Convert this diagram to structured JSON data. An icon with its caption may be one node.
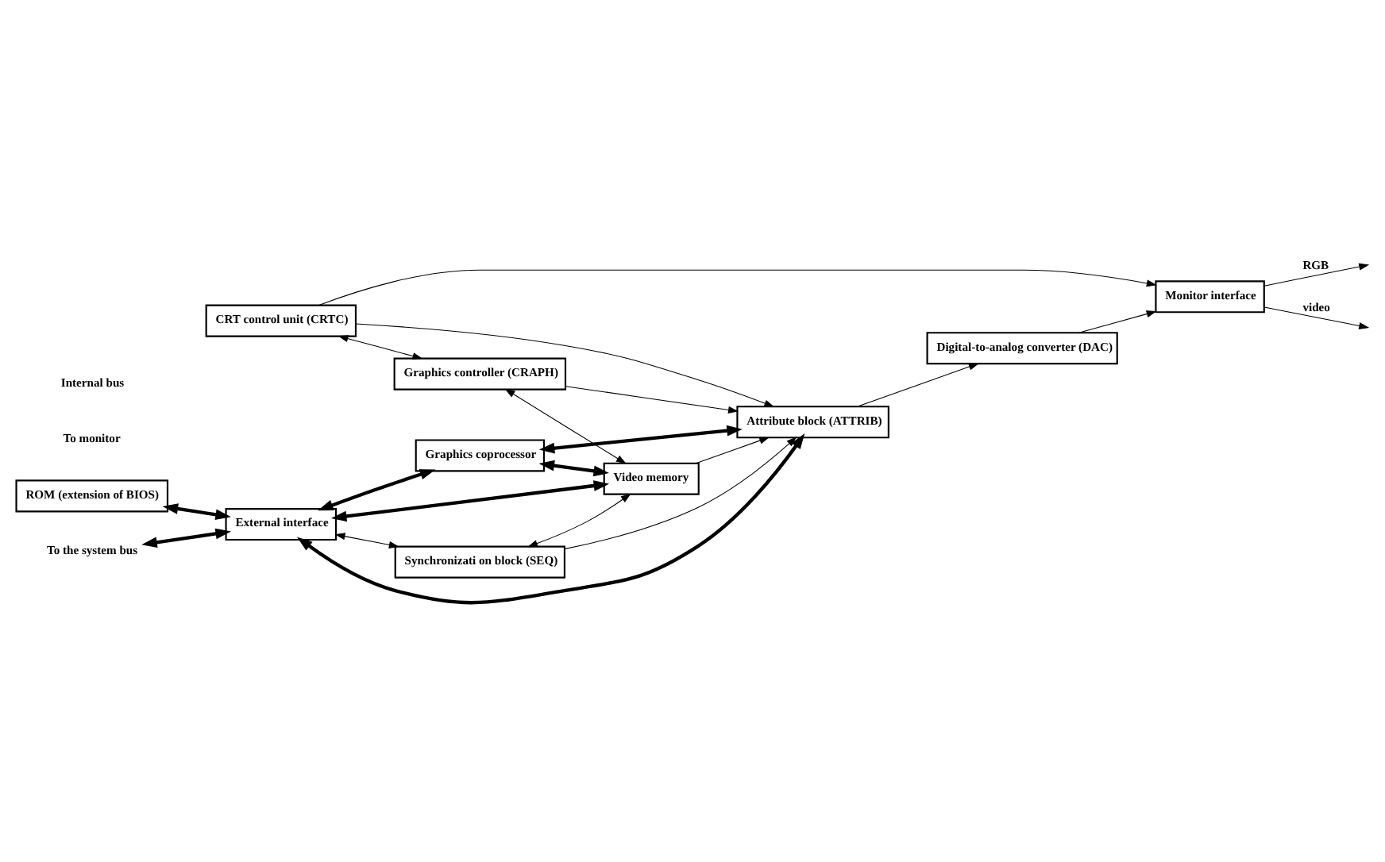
{
  "diagram": {
    "nodes": [
      {
        "text": [
          "ROM (extension of BIOS)"
        ]
      },
      {
        "text": [
          "CRT control unit (CRTC)"
        ]
      },
      {
        "text": [
          "Monitor interface"
        ]
      },
      {
        "text": [
          "External interface"
        ]
      },
      {
        "text": [
          "Synchronizati on block (SEQ)"
        ]
      },
      {
        "text": [
          "Video memory"
        ]
      },
      {
        "text": [
          "Graphics controller (CRAPH)"
        ]
      },
      {
        "text": [
          "Digital-to-analog converter (DAC)"
        ]
      },
      {
        "text": [
          "Graphics coprocessor"
        ]
      },
      {
        "text": [
          "Attribute block (ATTRIB)"
        ]
      },
      {
        "text": [
          "To the system bus"
        ]
      }
    ],
    "edges": [
      {
        "from": 0,
        "to": 3,
        "arrow": "both",
        "style": "thick"
      },
      {
        "from": 10,
        "to": 3,
        "arrow": "both",
        "style": "thick"
      },
      {
        "from": 3,
        "to": 4,
        "arrow": "both"
      },
      {
        "from": 1,
        "to": 6,
        "arrow": "both"
      },
      {
        "from": 3,
        "to": 5,
        "arrow": "both",
        "style": "thick"
      },
      {
        "from": 3,
        "to": 8,
        "arrow": "both",
        "style": "thick"
      },
      {
        "from": 8,
        "to": 9,
        "arrow": "both",
        "style": "thick"
      },
      {
        "from": 3,
        "to": 9,
        "arrow": "both",
        "style": "thick"
      },
      {
        "from": 8,
        "to": 5,
        "arrow": "both",
        "style": "thick"
      },
      {
        "from": 1,
        "to": 2,
        "arrow": "to"
      },
      {
        "from": 1,
        "to": 9,
        "arrow": "to"
      },
      {
        "from": 4,
        "to": 5,
        "arrow": "both"
      },
      {
        "from": 4,
        "to": 9,
        "arrow": "to"
      },
      {
        "from": 6,
        "to": 5,
        "arrow": "both"
      },
      {
        "from": 6,
        "to": 9,
        "arrow": "to"
      },
      {
        "from": 5,
        "to": 9,
        "arrow": "to"
      },
      {
        "from": 9,
        "to": 7,
        "arrow": "to"
      },
      {
        "from": 7,
        "to": 2,
        "arrow": "to"
      },
      {
        "from": 2,
        "to": null,
        "arrow": "to",
        "label": "RGB"
      },
      {
        "from": 2,
        "to": null,
        "arrow": "to",
        "label": "video"
      }
    ],
    "labels": [
      "To monitor",
      "Internal bus"
    ]
  }
}
